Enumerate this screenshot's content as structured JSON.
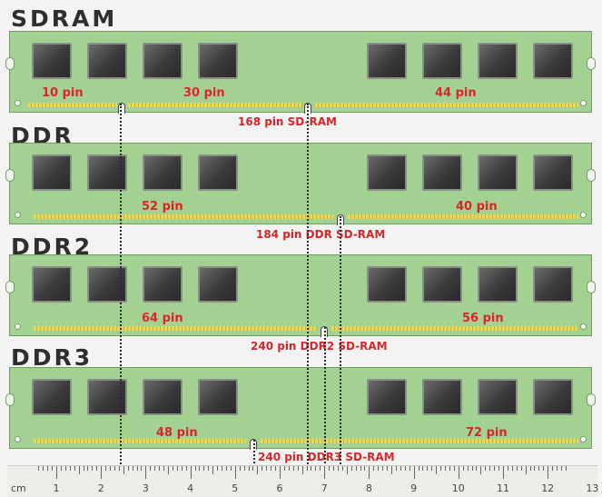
{
  "modules": [
    {
      "title": "SDRAM",
      "pin_labels": [
        "10 pin",
        "30 pin",
        "44 pin"
      ],
      "caption": "168 pin SD-RAM"
    },
    {
      "title": "DDR",
      "pin_labels": [
        "52 pin",
        "40 pin"
      ],
      "caption": "184 pin DDR SD-RAM"
    },
    {
      "title": "DDR2",
      "pin_labels": [
        "64 pin",
        "56 pin"
      ],
      "caption": "240 pin DDR2 SD-RAM"
    },
    {
      "title": "DDR3",
      "pin_labels": [
        "48 pin",
        "72 pin"
      ],
      "caption": "240 pin DDR3 SD-RAM"
    }
  ],
  "ruler": {
    "unit": "cm",
    "numbers": [
      "1",
      "2",
      "3",
      "4",
      "5",
      "6",
      "7",
      "8",
      "9",
      "10",
      "11",
      "12",
      "13"
    ]
  },
  "colors": {
    "pcb": "#a3d192",
    "label_red": "#d8262a",
    "contacts": "#e6d95a"
  }
}
